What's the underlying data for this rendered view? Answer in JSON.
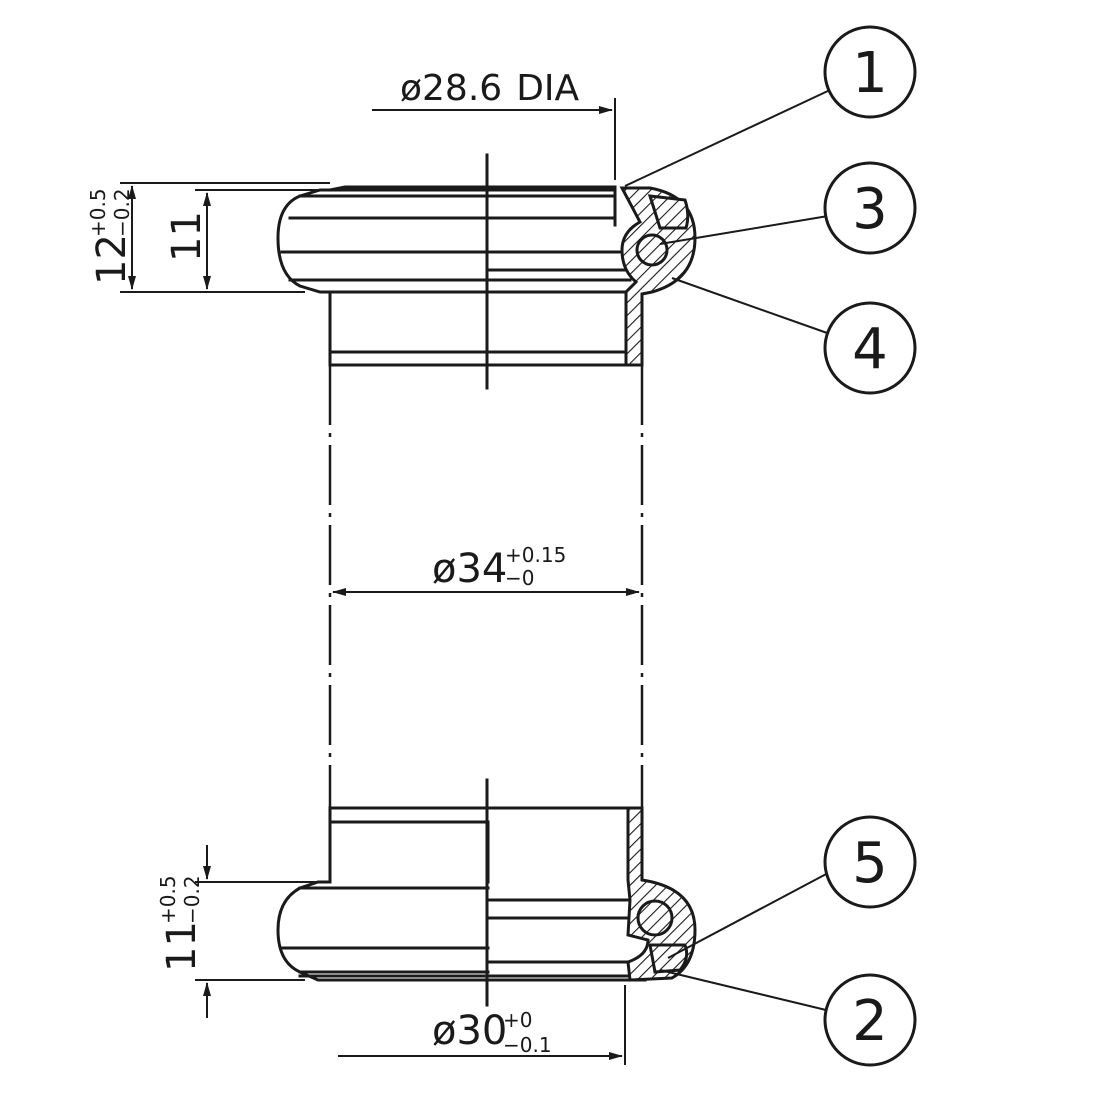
{
  "dimensions": {
    "top_diameter": {
      "main": "ø28.6",
      "suffix": "DIA"
    },
    "tube_diameter": {
      "main": "ø34",
      "tol_upper": "+0.15",
      "tol_lower": "−0"
    },
    "bottom_diameter": {
      "main": "ø30",
      "tol_upper": "+0",
      "tol_lower": "−0.1"
    },
    "top_cup_height": {
      "main": "12",
      "tol_upper": "+0.5",
      "tol_lower": "−0.2"
    },
    "top_cup_inner_height": {
      "main": "11"
    },
    "bottom_cup_height": {
      "main": "11",
      "tol_upper": "+0.5",
      "tol_lower": "−0.2"
    }
  },
  "callouts": [
    "1",
    "3",
    "4",
    "5",
    "2"
  ]
}
